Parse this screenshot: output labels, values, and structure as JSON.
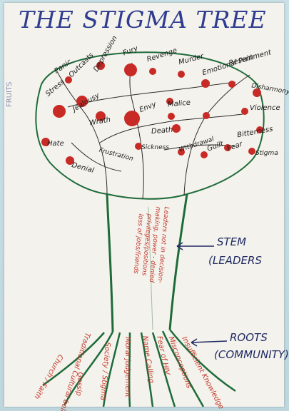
{
  "title": "THE STIGMA TREE",
  "side_note": "FRUITS",
  "fruits": [
    "Stress",
    "Panic",
    "Outcasts",
    "Jealousy",
    "Depression",
    "Fury",
    "Revenge",
    "Murder",
    "Emotional Pain",
    "Resentment",
    "Wrath",
    "Envy",
    "Malice",
    "Disharmony",
    "Violence",
    "Hate",
    "Frustration",
    "Death",
    "Sickness",
    "Withdrawal",
    "Guilt",
    "Fear",
    "Bitterness",
    "Stigma",
    "Denial"
  ],
  "stem": {
    "label_1": "STEM",
    "label_2": "(LEADERS",
    "lines": [
      "Leaders not in decision-",
      "making, power - denied",
      "privileges/positions",
      "loss of jobs/friends"
    ]
  },
  "roots": {
    "label_1": "ROOTS",
    "label_2": "(COMMUNITY)",
    "items": [
      "Traditional Cultural beliefs",
      "Church / Faith",
      "Gossip",
      "Society / Stigma",
      "Moral judgement",
      "Name Calling",
      "Fear of HIV",
      "Misconceptions",
      "Insufficient Knowledge"
    ]
  }
}
